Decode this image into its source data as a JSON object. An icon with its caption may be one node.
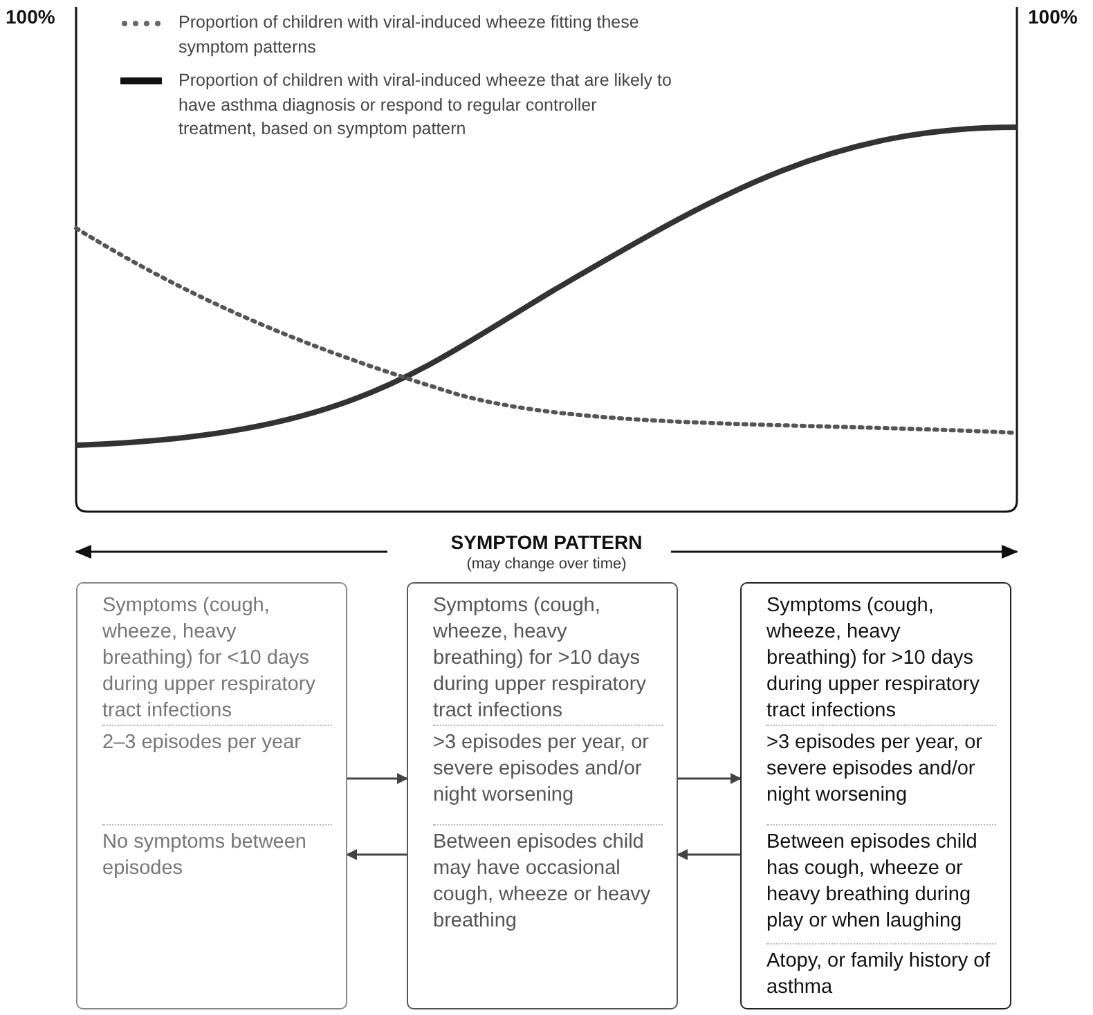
{
  "diagram": {
    "nodes": [
      {
        "text": [
          "Symptoms (cough, wheeze, heavy breathing) for <10 days during upper respiratory tract infections",
          "2–3 episodes per year",
          "No symptoms between episodes"
        ]
      },
      {
        "text": [
          "Symptoms (cough, wheeze, heavy breathing) for >10 days during upper respiratory tract infections",
          ">3 episodes per year, or severe episodes and/or night worsening",
          "Between episodes child may have occasional cough, wheeze or heavy breathing"
        ]
      },
      {
        "text": [
          "Symptoms (cough, wheeze, heavy breathing) for >10 days during upper respiratory tract infections",
          ">3 episodes per year, or severe episodes and/or night worsening",
          "Between episodes child has cough, wheeze or heavy breathing during play or when laughing",
          "Atopy, or family history of asthma"
        ]
      }
    ],
    "edges": [
      {
        "from": 0,
        "to": 1,
        "arrow": "to"
      },
      {
        "from": 1,
        "to": 2,
        "arrow": "to"
      },
      {
        "from": 2,
        "to": 1,
        "arrow": "to"
      },
      {
        "from": 1,
        "to": 0,
        "arrow": "to"
      }
    ],
    "labels": [
      "100%",
      "100%",
      "SYMPTOM PATTERN",
      "(may change over time)"
    ],
    "legend": [
      {
        "text": "Proportion of children with viral-induced wheeze fitting these symptom patterns"
      },
      {
        "text": "Proportion of children with viral-induced wheeze that are likely to have asthma diagnosis or respond to regular controller treatment, based on symptom pattern"
      }
    ]
  }
}
